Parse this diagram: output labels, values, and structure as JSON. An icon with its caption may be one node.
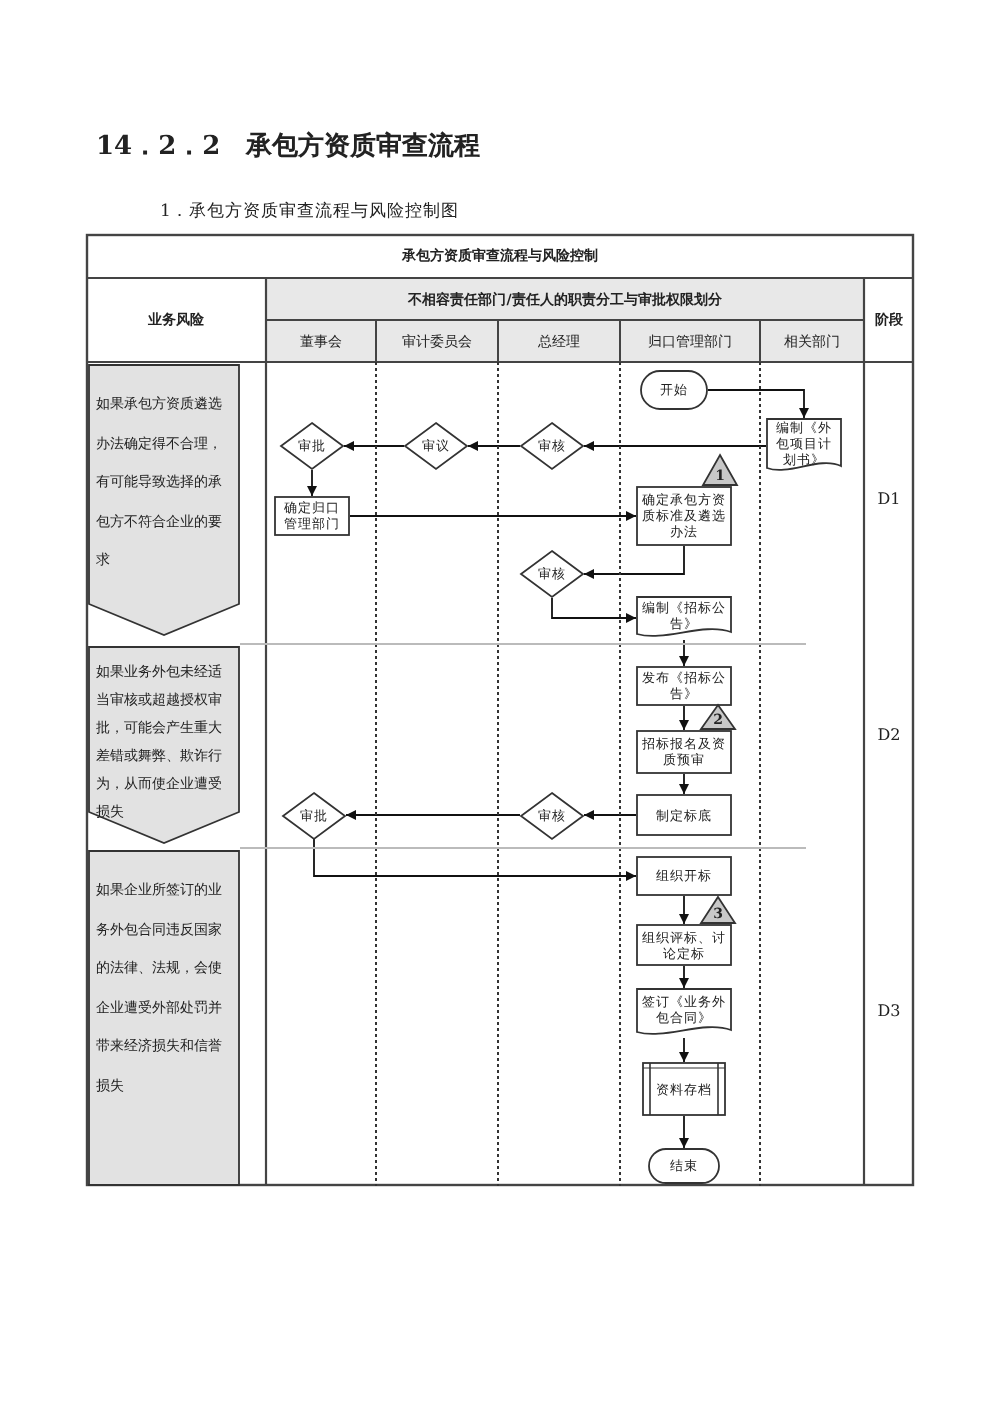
{
  "diagram": {
    "title": "14．2．2　承包方资质审查流程",
    "caption": "1．承包方资质审查流程与风险控制图",
    "nodes": [
      {
        "text": [
          "如果承包方资质遴选办法确定得不合理，有可能导致选择的承包方不符合企业的要求"
        ]
      },
      {
        "text": [
          "开始"
        ]
      },
      {
        "text": [
          "审批"
        ]
      },
      {
        "text": [
          "审议"
        ]
      },
      {
        "text": [
          "审核"
        ]
      },
      {
        "text": [
          "编制《外包项目计划书》"
        ]
      },
      {
        "text": [
          "确定归口管理部门"
        ]
      },
      {
        "text": [
          "1"
        ]
      },
      {
        "text": [
          "确定承包方资质标准及遴选办法"
        ]
      },
      {
        "text": [
          "审核"
        ]
      },
      {
        "text": [
          "编制《招标公告》"
        ]
      },
      {
        "text": [
          "如果业务外包未经适当审核或超越授权审批，可能会产生重大差错或舞弊、欺诈行为，从而使企业遭受损失"
        ]
      },
      {
        "text": [
          "发布《招标公告》"
        ]
      },
      {
        "text": [
          "2"
        ]
      },
      {
        "text": [
          "招标报名及资质预审"
        ]
      },
      {
        "text": [
          "审批"
        ]
      },
      {
        "text": [
          "审核"
        ]
      },
      {
        "text": [
          "制定标底"
        ]
      },
      {
        "text": [
          "如果企业所签订的业务外包合同违反国家的法律、法规，会使企业遭受外部处罚并带来经济损失和信誉损失"
        ]
      },
      {
        "text": [
          "组织开标"
        ]
      },
      {
        "text": [
          "3"
        ]
      },
      {
        "text": [
          "组织评标、讨论定标"
        ]
      },
      {
        "text": [
          "签订《业务外包合同》"
        ]
      },
      {
        "text": [
          "资料存档"
        ]
      },
      {
        "text": [
          "结束"
        ]
      }
    ],
    "edges": [
      {
        "from": 1,
        "to": 5,
        "arrow": "to"
      },
      {
        "from": 5,
        "to": 4,
        "arrow": "to"
      },
      {
        "from": 4,
        "to": 3,
        "arrow": "to"
      },
      {
        "from": 3,
        "to": 2,
        "arrow": "to"
      },
      {
        "from": 2,
        "to": 6,
        "arrow": "to"
      },
      {
        "from": 6,
        "to": 8,
        "arrow": "to"
      },
      {
        "from": 8,
        "to": 9,
        "arrow": "to"
      },
      {
        "from": 9,
        "to": 10,
        "arrow": "to"
      },
      {
        "from": 10,
        "to": 12,
        "arrow": "to"
      },
      {
        "from": 12,
        "to": 14,
        "arrow": "to"
      },
      {
        "from": 14,
        "to": 17,
        "arrow": "to"
      },
      {
        "from": 17,
        "to": 16,
        "arrow": "to"
      },
      {
        "from": 16,
        "to": 15,
        "arrow": "to"
      },
      {
        "from": 15,
        "to": 19,
        "arrow": "to"
      },
      {
        "from": 19,
        "to": 21,
        "arrow": "to"
      },
      {
        "from": 21,
        "to": 22,
        "arrow": "to"
      },
      {
        "from": 22,
        "to": 23,
        "arrow": "to"
      },
      {
        "from": 23,
        "to": 24,
        "arrow": "to"
      }
    ],
    "labels": [
      "承包方资质审查流程与风险控制",
      "业务风险",
      "不相容责任部门/责任人的职责分工与审批权限划分",
      "阶段",
      "董事会",
      "审计委员会",
      "总经理",
      "归口管理部门",
      "相关部门",
      "D1",
      "D2",
      "D3"
    ]
  }
}
